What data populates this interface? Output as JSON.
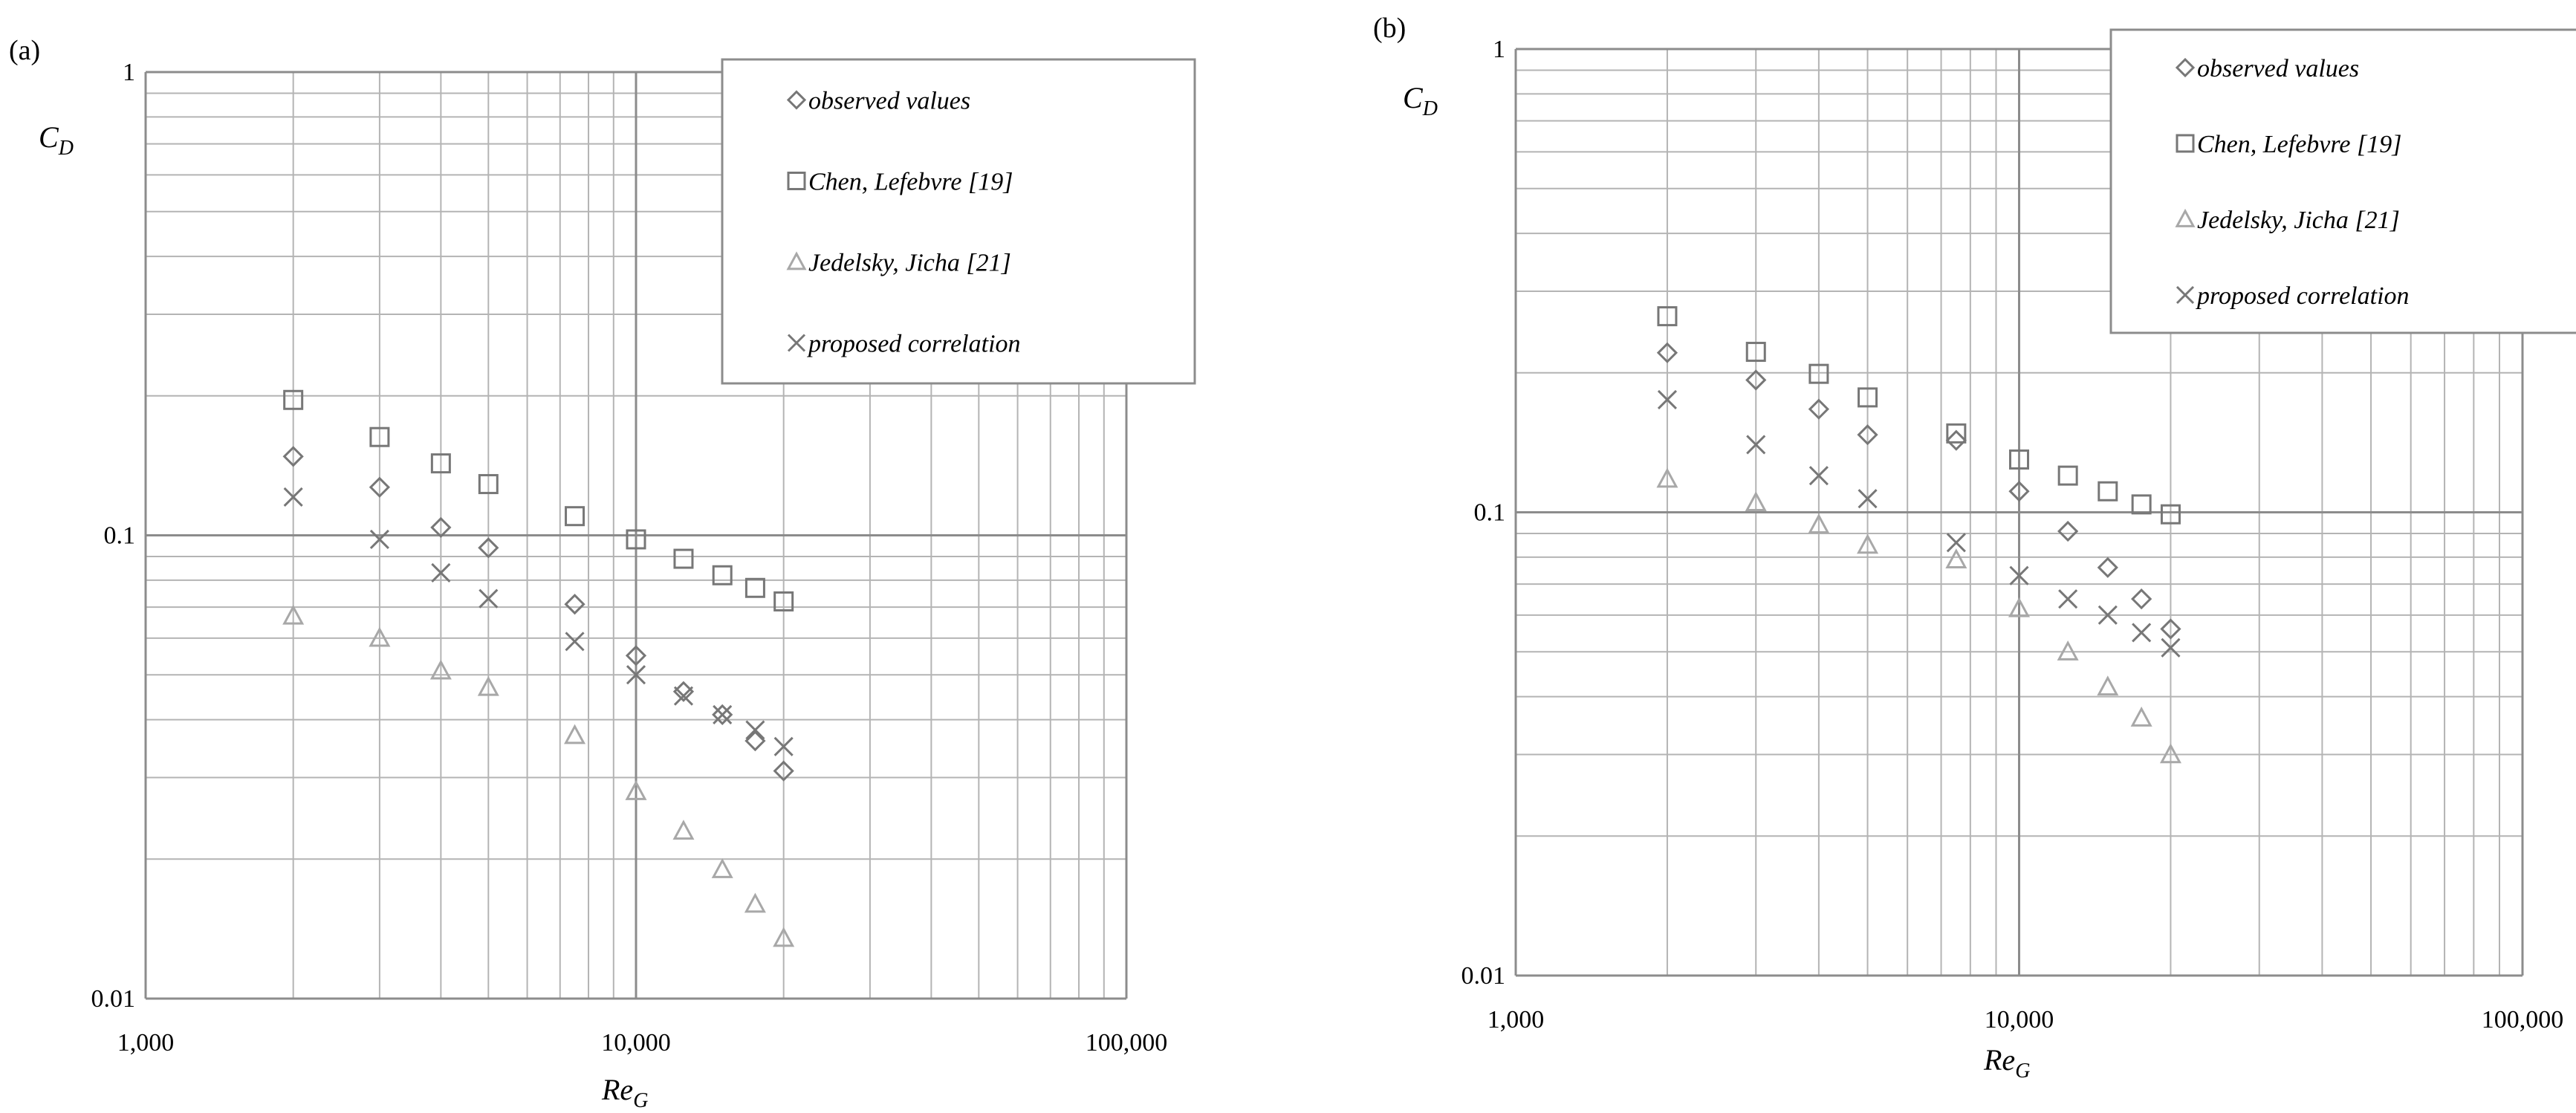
{
  "colors": {
    "gridMajor": "#8c8c8c",
    "gridMinor": "#b4b4b4",
    "markerDark": "#777777",
    "markerLight": "#a8a8a8",
    "text": "#000000",
    "legendBorder": "#8c8c8c"
  },
  "chart_data": [
    {
      "panel_label": "(a)",
      "type": "scatter",
      "log_x": true,
      "log_y": true,
      "xlim": [
        1000,
        100000
      ],
      "ylim": [
        0.01,
        1
      ],
      "x_ticks": [
        "1,000",
        "10,000",
        "100,000"
      ],
      "y_ticks": [
        "0.01",
        "0.1",
        "1"
      ],
      "ylabel_main": "C",
      "ylabel_sub": "D",
      "xlabel_main": "Re",
      "xlabel_sub": "G",
      "grid": true,
      "legend_position": "top-right",
      "series": [
        {
          "name": "observed values",
          "marker": "diamond",
          "x": [
            2000,
            3000,
            4000,
            5000,
            7500,
            10000,
            12500,
            15000,
            17500,
            20000
          ],
          "y": [
            0.148,
            0.127,
            0.104,
            0.094,
            0.071,
            0.055,
            0.046,
            0.041,
            0.036,
            0.031
          ]
        },
        {
          "name": "Chen, Lefebvre [19]",
          "marker": "square",
          "x": [
            2000,
            3000,
            4000,
            5000,
            7500,
            10000,
            12500,
            15000,
            17500,
            20000
          ],
          "y": [
            0.196,
            0.163,
            0.143,
            0.129,
            0.11,
            0.098,
            0.089,
            0.082,
            0.077,
            0.072
          ]
        },
        {
          "name": "Jedelsky, Jicha [21]",
          "marker": "triangle",
          "x": [
            2000,
            3000,
            4000,
            5000,
            7500,
            10000,
            12500,
            15000,
            17500,
            20000
          ],
          "y": [
            0.067,
            0.06,
            0.051,
            0.047,
            0.037,
            0.028,
            0.023,
            0.019,
            0.016,
            0.0135
          ]
        },
        {
          "name": "proposed correlation",
          "marker": "cross",
          "x": [
            2000,
            3000,
            4000,
            5000,
            7500,
            10000,
            12500,
            15000,
            17500,
            20000
          ],
          "y": [
            0.121,
            0.098,
            0.083,
            0.073,
            0.059,
            0.05,
            0.045,
            0.041,
            0.038,
            0.035
          ]
        }
      ]
    },
    {
      "panel_label": "(b)",
      "type": "scatter",
      "log_x": true,
      "log_y": true,
      "xlim": [
        1000,
        100000
      ],
      "ylim": [
        0.01,
        1
      ],
      "x_ticks": [
        "1,000",
        "10,000",
        "100,000"
      ],
      "y_ticks": [
        "0.01",
        "0.1",
        "1"
      ],
      "ylabel_main": "C",
      "ylabel_sub": "D",
      "xlabel_main": "Re",
      "xlabel_sub": "G",
      "grid": true,
      "legend_position": "top-right",
      "series": [
        {
          "name": "observed values",
          "marker": "diamond",
          "x": [
            2000,
            3000,
            4000,
            5000,
            7500,
            10000,
            12500,
            15000,
            17500,
            20000
          ],
          "y": [
            0.221,
            0.193,
            0.167,
            0.147,
            0.143,
            0.111,
            0.091,
            0.076,
            0.065,
            0.056
          ]
        },
        {
          "name": "Chen, Lefebvre [19]",
          "marker": "square",
          "x": [
            2000,
            3000,
            4000,
            5000,
            7500,
            10000,
            12500,
            15000,
            17500,
            20000
          ],
          "y": [
            0.265,
            0.222,
            0.199,
            0.177,
            0.148,
            0.13,
            0.12,
            0.111,
            0.104,
            0.099
          ]
        },
        {
          "name": "Jedelsky, Jicha [21]",
          "marker": "triangle",
          "x": [
            2000,
            3000,
            4000,
            5000,
            7500,
            10000,
            12500,
            15000,
            17500,
            20000
          ],
          "y": [
            0.118,
            0.105,
            0.094,
            0.085,
            0.079,
            0.062,
            0.05,
            0.042,
            0.036,
            0.03
          ]
        },
        {
          "name": "proposed correlation",
          "marker": "cross",
          "x": [
            2000,
            3000,
            4000,
            5000,
            7500,
            10000,
            12500,
            15000,
            17500,
            20000
          ],
          "y": [
            0.175,
            0.14,
            0.12,
            0.107,
            0.086,
            0.073,
            0.065,
            0.06,
            0.055,
            0.051
          ]
        }
      ]
    }
  ]
}
